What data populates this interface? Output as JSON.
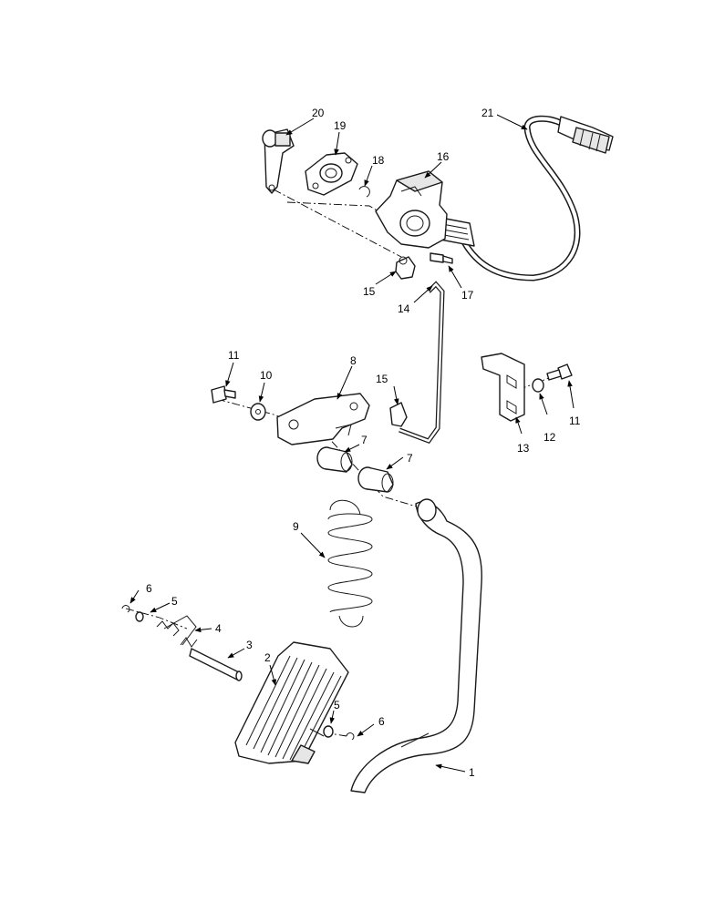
{
  "labels": {
    "l1": "1",
    "l2": "2",
    "l3": "3",
    "l4": "4",
    "l5a": "5",
    "l5b": "5",
    "l6a": "6",
    "l6b": "6",
    "l7a": "7",
    "l7b": "7",
    "l8": "8",
    "l9": "9",
    "l10": "10",
    "l11a": "11",
    "l11b": "11",
    "l12": "12",
    "l13": "13",
    "l14": "14",
    "l15a": "15",
    "l15b": "15",
    "l16": "16",
    "l17": "17",
    "l18": "18",
    "l19": "19",
    "l20": "20",
    "l21": "21"
  }
}
